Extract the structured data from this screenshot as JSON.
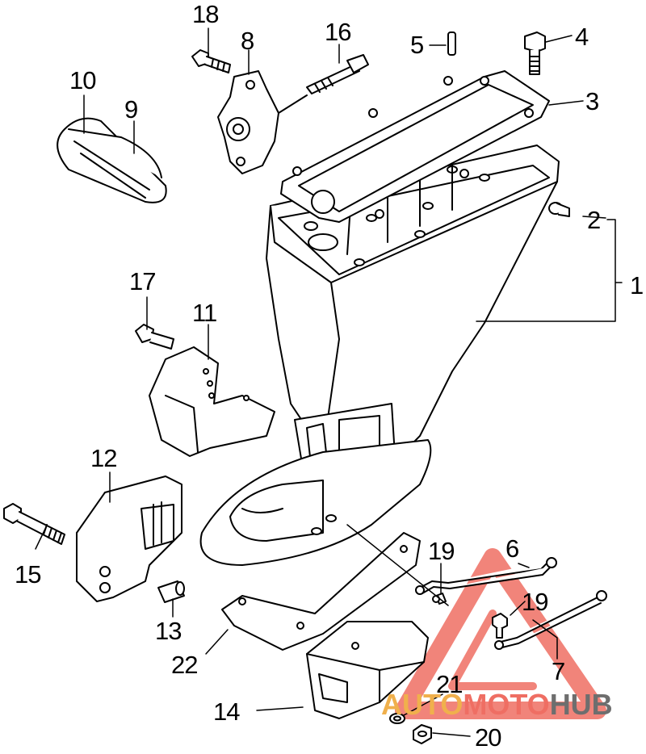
{
  "callouts": {
    "n1": "1",
    "n2": "2",
    "n3": "3",
    "n4": "4",
    "n5": "5",
    "n6": "6",
    "n7": "7",
    "n8": "8",
    "n9": "9",
    "n10": "10",
    "n11": "11",
    "n12": "12",
    "n13": "13",
    "n14": "14",
    "n15": "15",
    "n16": "16",
    "n17": "17",
    "n18": "18",
    "n19a": "19",
    "n19b": "19",
    "n20": "20",
    "n21": "21",
    "n22": "22"
  },
  "watermark": {
    "part1": "AUTO",
    "part2": "MOTO",
    "part3": "HUB"
  },
  "colors": {
    "line": "#000000",
    "watermark_triangle": "#ef6e63",
    "watermark_auto": "#f0b04c",
    "watermark_hub": "#6e6e6e"
  }
}
